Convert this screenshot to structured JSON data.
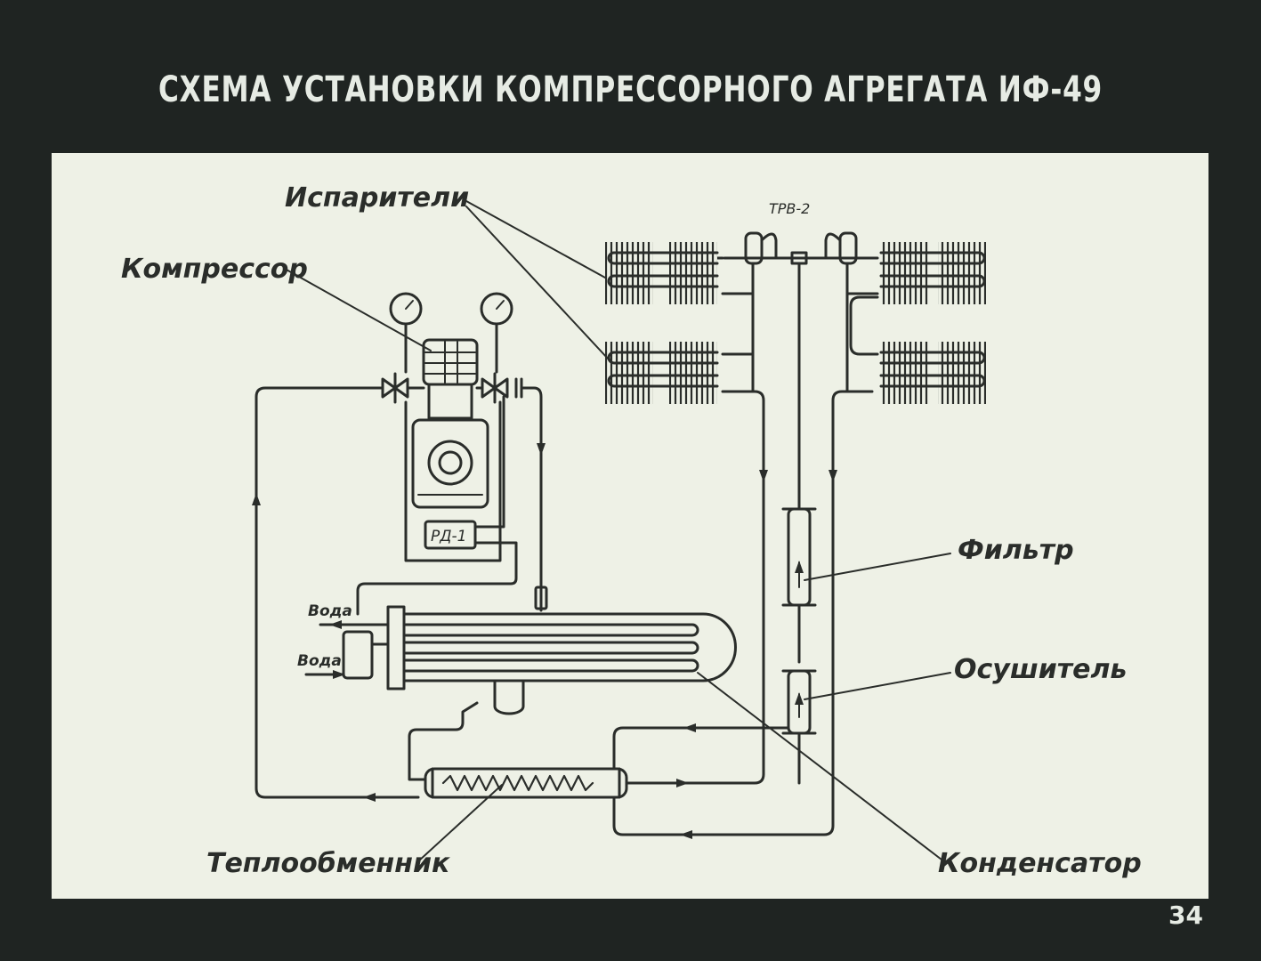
{
  "title": "СХЕМА УСТАНОВКИ КОМПРЕССОРНОГО АГРЕГАТА ИФ-49",
  "page_number": "34",
  "labels": {
    "evaporators": "Испарители",
    "compressor": "Компрессор",
    "filter": "Фильтр",
    "dryer": "Осушитель",
    "heat_exchanger": "Теплообменник",
    "condenser": "Конденсатор",
    "trv": "ТРВ-2",
    "rd": "РД-1",
    "water_out": "Вода",
    "water_in": "Вода"
  },
  "colors": {
    "background": "#1f2422",
    "panel": "#eef1e6",
    "ink": "#2a2d2a",
    "title_text": "#e6ebe4"
  }
}
